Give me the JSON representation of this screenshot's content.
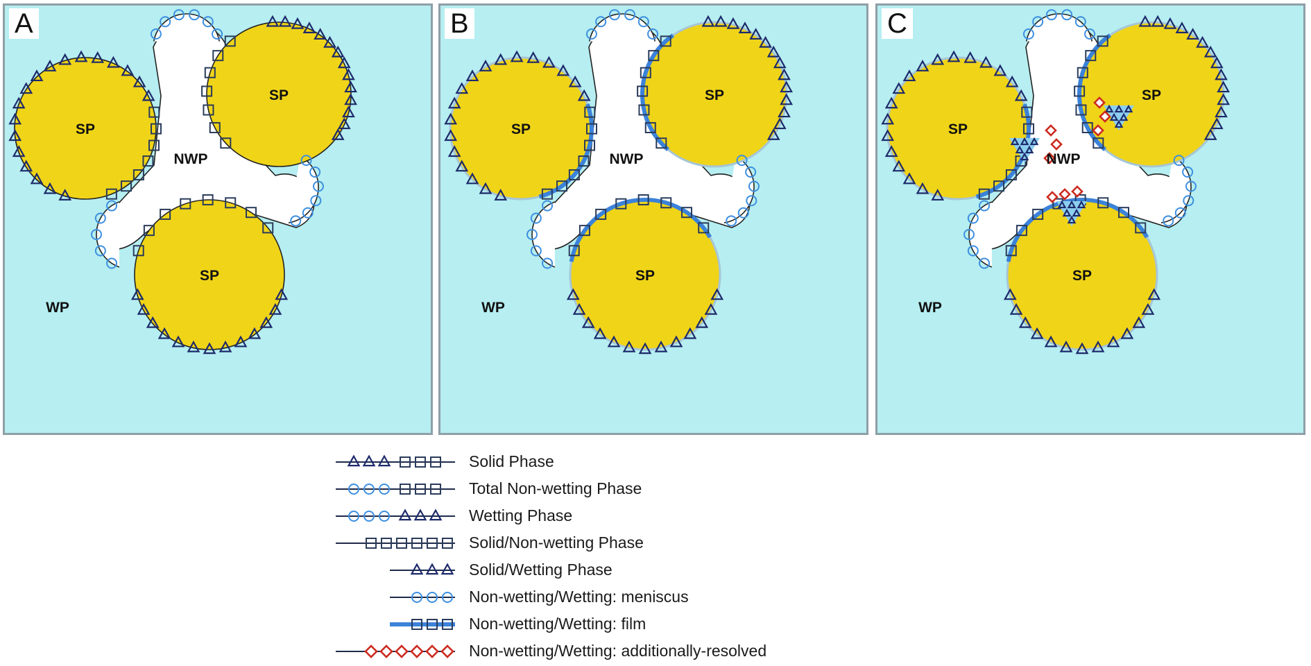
{
  "panels": [
    {
      "letter": "A",
      "labels": {
        "sp1": "SP",
        "sp2": "SP",
        "sp3": "SP",
        "nwp": "NWP",
        "wp": "WP"
      },
      "film": false,
      "resolved": false
    },
    {
      "letter": "B",
      "labels": {
        "sp1": "SP",
        "sp2": "SP",
        "sp3": "SP",
        "nwp": "NWP",
        "wp": "WP"
      },
      "film": true,
      "resolved": false
    },
    {
      "letter": "C",
      "labels": {
        "sp1": "SP",
        "sp2": "SP",
        "sp3": "SP",
        "nwp": "NWP",
        "wp": "WP"
      },
      "film": true,
      "resolved": true
    }
  ],
  "legend": [
    {
      "label": "Solid Phase",
      "markers": "ttt sss",
      "film": false
    },
    {
      "label": "Total Non-wetting Phase",
      "markers": "ccc sss",
      "film": false
    },
    {
      "label": "Wetting Phase",
      "markers": "ccc ttt",
      "film": false
    },
    {
      "label": "Solid/Non-wetting Phase",
      "markers": "ssssss",
      "film": false
    },
    {
      "label": "Solid/Wetting Phase",
      "markers": "ttt",
      "film": false
    },
    {
      "label": "Non-wetting/Wetting: meniscus",
      "markers": "ccc",
      "film": false
    },
    {
      "label": "Non-wetting/Wetting: film",
      "markers": "sss",
      "film": true
    },
    {
      "label": "Non-wetting/Wetting: additionally-resolved",
      "markers": "dddddd",
      "film": false
    }
  ],
  "colors": {
    "wetting_phase": "#b6eef1",
    "solid_phase": "#f0d418",
    "non_wetting_phase": "#ffffff",
    "triangle": "#1d2a6b",
    "square": "#2a3b5a",
    "circle": "#3d8fe0",
    "film": "#3b82d9",
    "diamond": "#cc2a1f",
    "light_triangle_fill": "#8ccfee"
  },
  "icons": {
    "triangle": "triangle-marker-icon",
    "square": "square-marker-icon",
    "circle": "circle-marker-icon",
    "diamond": "diamond-marker-icon"
  }
}
